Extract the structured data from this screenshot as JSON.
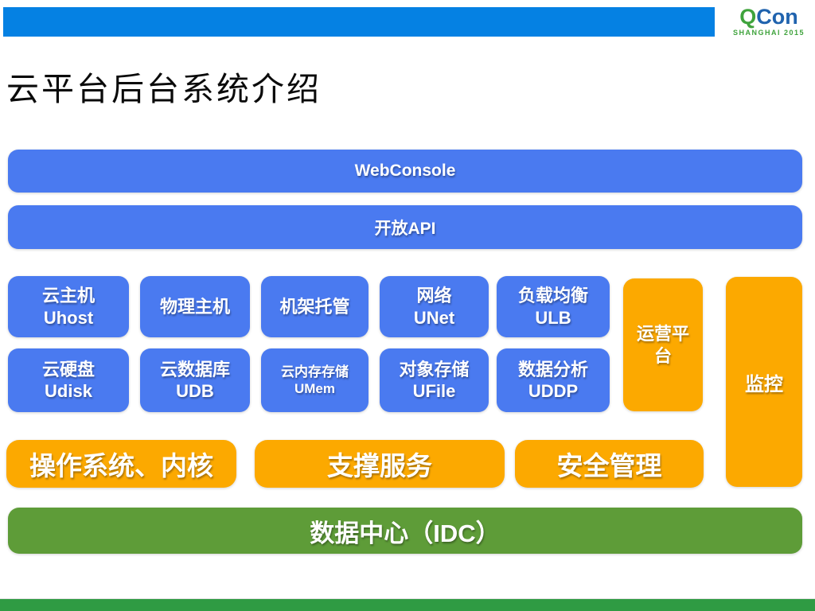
{
  "colors": {
    "header_bar_blue": "#0581E3",
    "box_blue": "#4A7AF0",
    "box_orange": "#FCA900",
    "datacenter_green": "#5E9C38",
    "footer_green": "#2F9B43",
    "qcon_green": "#3FA33C",
    "qcon_blue": "#2063AE"
  },
  "header": {
    "logo": {
      "q": "Q",
      "con": "Con",
      "subtitle": "SHANGHAI 2015"
    }
  },
  "slide": {
    "title": "云平台后台系统介绍"
  },
  "diagram": {
    "web_console": {
      "label": "WebConsole"
    },
    "open_api": {
      "label": "开放API"
    },
    "products": {
      "row1": [
        {
          "zh": "云主机",
          "en": "Uhost"
        },
        {
          "zh": "物理主机",
          "en": ""
        },
        {
          "zh": "机架托管",
          "en": ""
        },
        {
          "zh": "网络",
          "en": "UNet"
        },
        {
          "zh": "负载均衡",
          "en": "ULB"
        }
      ],
      "row2": [
        {
          "zh": "云硬盘",
          "en": "Udisk"
        },
        {
          "zh": "云数据库",
          "en": "UDB"
        },
        {
          "zh": "云内存存储",
          "en": "UMem"
        },
        {
          "zh": "对象存储",
          "en": "UFile"
        },
        {
          "zh": "数据分析",
          "en": "UDDP"
        }
      ]
    },
    "ops_platform": {
      "label": "运营平台"
    },
    "monitoring": {
      "label": "监控"
    },
    "foundation": [
      {
        "label": "操作系统、内核"
      },
      {
        "label": "支撑服务"
      },
      {
        "label": "安全管理"
      }
    ],
    "datacenter": {
      "label": "数据中心（IDC）"
    }
  }
}
